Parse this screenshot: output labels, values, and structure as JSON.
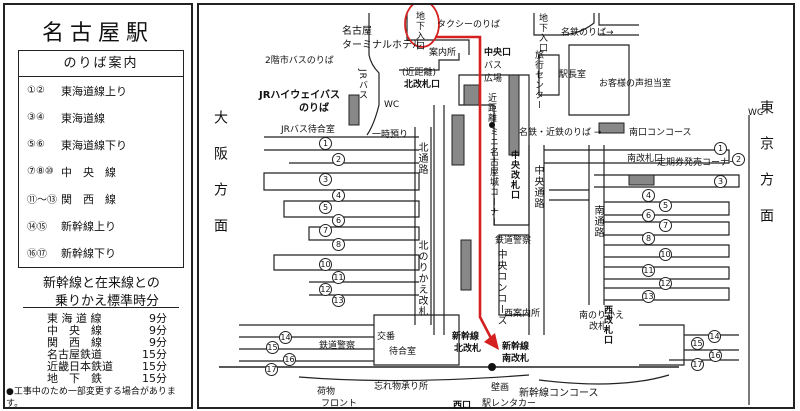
{
  "legend": {
    "title": "名古屋駅",
    "platform_guide": {
      "header": "のりば案内",
      "rows": [
        {
          "tracks": "①②",
          "line": "東海道線上り"
        },
        {
          "tracks": "③④",
          "line": "東海道線"
        },
        {
          "tracks": "⑤⑥",
          "line": "東海道線下り"
        },
        {
          "tracks": "⑦⑧⑩",
          "line": "中　央　線"
        },
        {
          "tracks": "⑪〜⑬",
          "line": "関　西　線"
        },
        {
          "tracks": "⑭⑮",
          "line": "新幹線上り"
        },
        {
          "tracks": "⑯⑰",
          "line": "新幹線下り"
        }
      ]
    },
    "transfer_title_1": "新幹線と在来線との",
    "transfer_title_2": "乗りかえ標準時分",
    "transfer_times": [
      {
        "line": "東 海 道 線",
        "time": "9分"
      },
      {
        "line": "中　央　線",
        "time": "9分"
      },
      {
        "line": "関　西　線",
        "time": "9分"
      },
      {
        "line": "名古屋鉄道",
        "time": "15分"
      },
      {
        "line": "近畿日本鉄道",
        "time": "15分"
      },
      {
        "line": "地　下　鉄",
        "time": "15分"
      }
    ],
    "note": "●工事中のため一部変更する場合があります。"
  },
  "map": {
    "route_color": "#d42020",
    "direction_west": "大阪方面",
    "direction_east": "東京方面",
    "labels": {
      "terminal_hotel_1": "名古屋",
      "terminal_hotel_2": "ターミナルホテル",
      "subway_entrance": "地下入口",
      "taxi": "タクシーのりば",
      "subway_entrance_2": "地下入口",
      "meitetsu": "名鉄のりば→",
      "city_bus": "2階市バスのりば",
      "jr_bus": "JRバス",
      "info": "案内所",
      "central_bus_1": "中央口",
      "central_bus_2": "バス",
      "central_bus_3": "広場",
      "north_gate_1": "(近距離)",
      "north_gate_2": "北改札口",
      "highway_bus_1": "JRハイウェイバス",
      "highway_bus_2": "のりば",
      "wc": "WC",
      "jr_bus_waiting": "JRバス待合室",
      "luggage": "一時預り",
      "station_master": "駅長室",
      "voice_office": "お客様の声担当室",
      "travel_center": "旅行センター",
      "meitetsu_kintetsu": "名鉄・近鉄のりば →",
      "south_concourse": "南口コンコース",
      "short_distance": "近距離",
      "mini_castle": "ミニ名古屋城コーナー",
      "north_passage": "北通路",
      "north_transfer": "北のりかえ改札",
      "central_gate": "中央改札口",
      "central_passage": "中央通路",
      "south_passage": "南通路",
      "south_gate": "南改札口",
      "commuter_pass": "定期券発売コーナー",
      "rail_police": "鉄道警察",
      "central_concourse": "中央コンコース",
      "west_info": "西案内所",
      "south_transfer_1": "南のりかえ",
      "south_transfer_2": "改札",
      "west_gate": "西改札口",
      "shinkansen_north_1": "新幹線",
      "shinkansen_north_2": "北改札",
      "shinkansen_south_1": "新幹線",
      "shinkansen_south_2": "南改札",
      "waiting_room": "待合室",
      "police_box": "交番",
      "rail_police_2": "鉄道警察",
      "lost_found": "忘れ物承り所",
      "baggage_1": "荷物",
      "baggage_2": "フロント",
      "shinkansen_concourse": "新幹線コンコース",
      "mural": "壁画",
      "west_exit": "西口",
      "rent_a_car": "駅レンタカー"
    },
    "platforms": [
      "①",
      "②",
      "③",
      "④",
      "⑤",
      "⑥",
      "⑦",
      "⑧",
      "⑩",
      "⑪",
      "⑫",
      "⑬",
      "⑭",
      "⑮",
      "⑯",
      "⑰"
    ]
  }
}
